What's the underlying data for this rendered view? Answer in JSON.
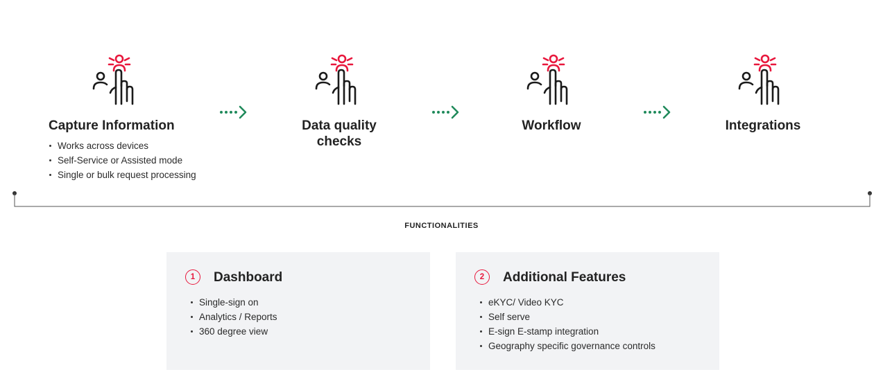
{
  "steps": [
    {
      "title": "Capture Information",
      "icon": "touch-user-icon",
      "bullets": [
        "Works across devices",
        "Self-Service or Assisted mode",
        "Single or bulk request processing"
      ]
    },
    {
      "title": "Data quality\nchecks",
      "icon": "touch-user-icon",
      "bullets": []
    },
    {
      "title": "Workflow",
      "icon": "touch-user-icon",
      "bullets": []
    },
    {
      "title": "Integrations",
      "icon": "touch-user-icon",
      "bullets": []
    }
  ],
  "section_label": "FUNCTIONALITIES",
  "cards": [
    {
      "number": "1",
      "title": "Dashboard",
      "bullets": [
        "Single-sign on",
        "Analytics / Reports",
        "360 degree view"
      ]
    },
    {
      "number": "2",
      "title": "Additional Features",
      "bullets": [
        "eKYC/ Video KYC",
        "Self serve",
        "E-sign E-stamp integration",
        "Geography specific governance controls"
      ]
    }
  ],
  "colors": {
    "accent": "#e8173c",
    "arrow": "#1f8a5b",
    "text": "#222222",
    "card_bg": "#f2f3f5"
  }
}
